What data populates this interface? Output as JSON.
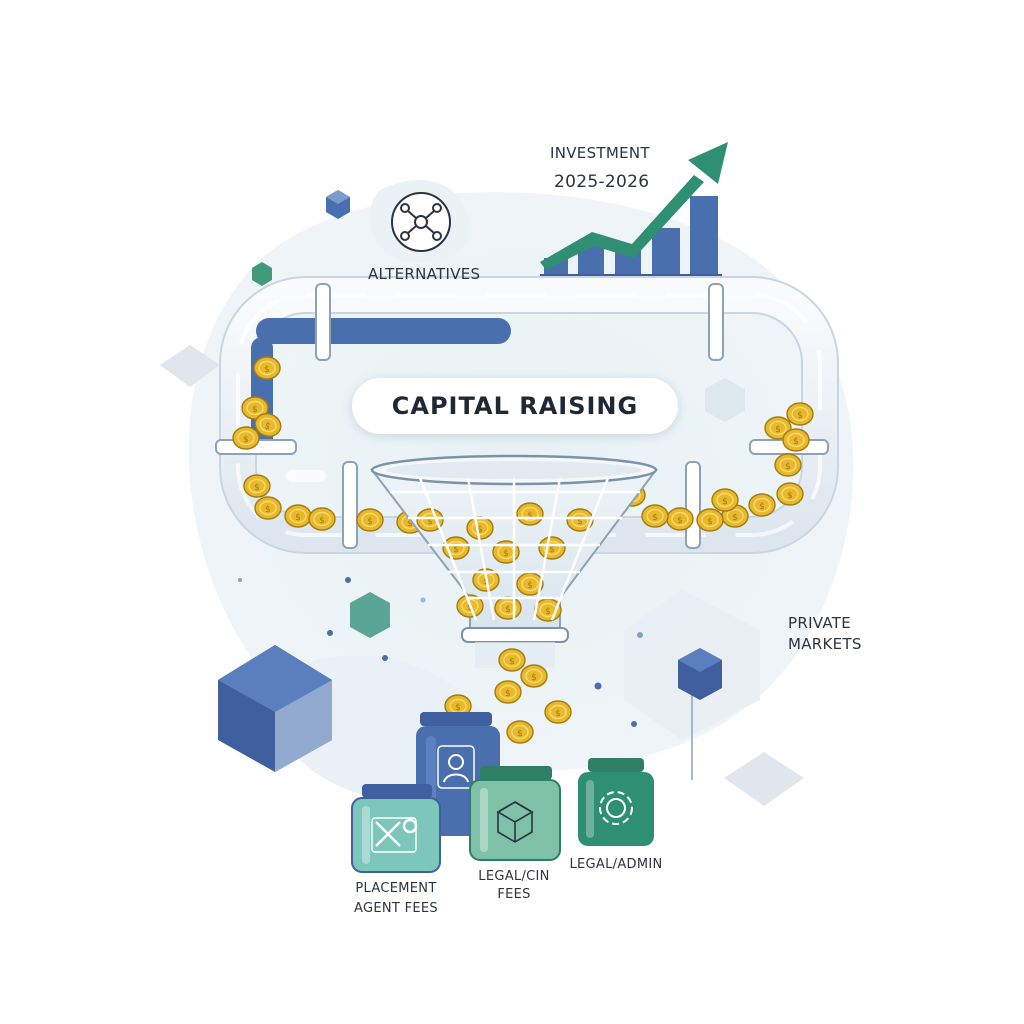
{
  "title": "CAPITAL RAISING",
  "labels": {
    "investment": "INVESTMENT",
    "period": "2025-2026",
    "alternatives": "ALTERNATIVES",
    "private_markets_line1": "PRIVATE",
    "private_markets_line2": "MARKETS",
    "placement_line1": "PLACEMENT",
    "placement_line2": "AGENT FEES",
    "legal_cin_line1": "LEGAL/CIN",
    "legal_cin_line2": "FEES",
    "legal_admin": "LEGAL/ADMIN"
  },
  "icons": {
    "alternatives": "network-nodes-icon",
    "growth": "rising-arrow-icon",
    "jar_tall": "user-icon",
    "jar_placement": "exchange-icon",
    "jar_legal_cin": "cube-icon",
    "jar_legal_admin": "gear-icon"
  },
  "colors": {
    "blue": "#4a6fae",
    "teal": "#2f8f72",
    "gold": "#e9b92a",
    "light_teal": "#7dc6bb"
  }
}
